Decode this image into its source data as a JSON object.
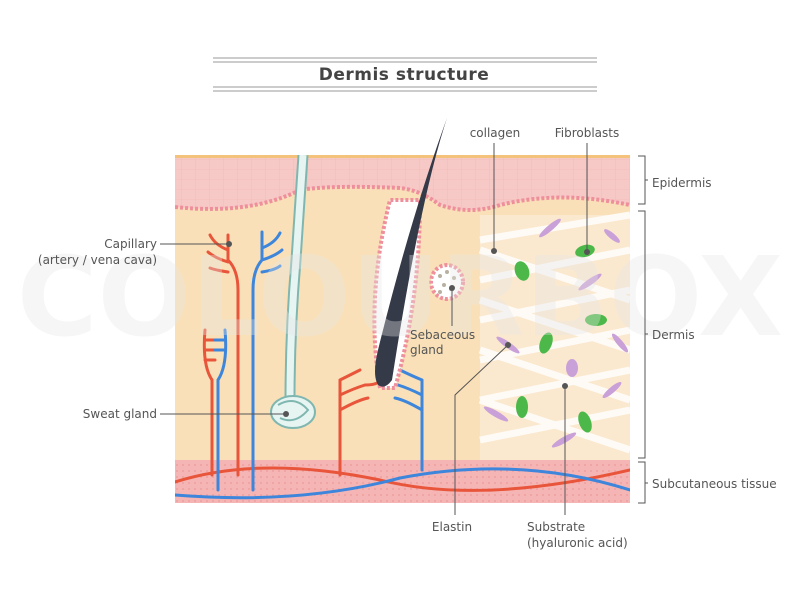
{
  "title": "Dermis structure",
  "watermark": "COLOURBOX",
  "labels": {
    "collagen": "collagen",
    "fibroblasts": "Fibroblasts",
    "epidermis": "Epidermis",
    "dermis": "Dermis",
    "subcutaneous": "Subcutaneous tissue",
    "capillary_1": "Capillary",
    "capillary_2": "(artery / vena cava)",
    "sweat_gland": "Sweat gland",
    "sebaceous_1": "Sebaceous",
    "sebaceous_2": "gland",
    "elastin": "Elastin",
    "substrate_1": "Substrate",
    "substrate_2": "(hyaluronic acid)"
  },
  "colors": {
    "epidermis": "#f7c9c6",
    "dermis": "#f9e0b8",
    "subcutaneous": "#f5b5b5",
    "artery": "#e8553a",
    "vein": "#3d86db",
    "hair": "#353a48",
    "fibroblast": "#4cb84a",
    "elastin": "#c9a0d8"
  }
}
